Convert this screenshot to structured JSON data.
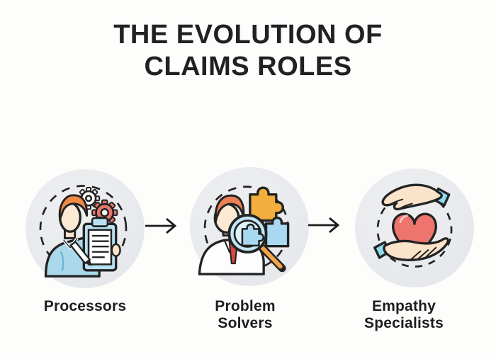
{
  "title": {
    "line1": "THE EVOLUTION OF",
    "line2": "CLAIMS ROLES"
  },
  "stages": [
    {
      "label": "Processors",
      "icon": "worker-gears-clipboard-icon"
    },
    {
      "label": "Problem Solvers",
      "icon": "magnifier-puzzle-person-icon"
    },
    {
      "label": "Empathy Specialists",
      "icon": "hands-holding-heart-icon"
    }
  ],
  "arrow_glyph": "→",
  "colors": {
    "background": "#fdfdfb",
    "title_text": "#212121",
    "label_text": "#1d1d1d",
    "stage_circle_bg": "#e8eaed",
    "outline": "#232323",
    "hair_orange": "#ef8a47",
    "hair_red_orange": "#ea7f55",
    "shirt_blue": "#a9d9ea",
    "gear_coral": "#e8766b",
    "clipboard_blue": "#b8e1f2",
    "puzzle_amber": "#f3ae3d",
    "puzzle_blue": "#a8d9f0",
    "magnifier_lens": "#c3e6f5",
    "magnifier_handle": "#f3a54a",
    "tie_red": "#d84b3c",
    "heart_red": "#ed756d",
    "cuff_blue": "#8edcf2",
    "skin": "#fbe3c9"
  }
}
